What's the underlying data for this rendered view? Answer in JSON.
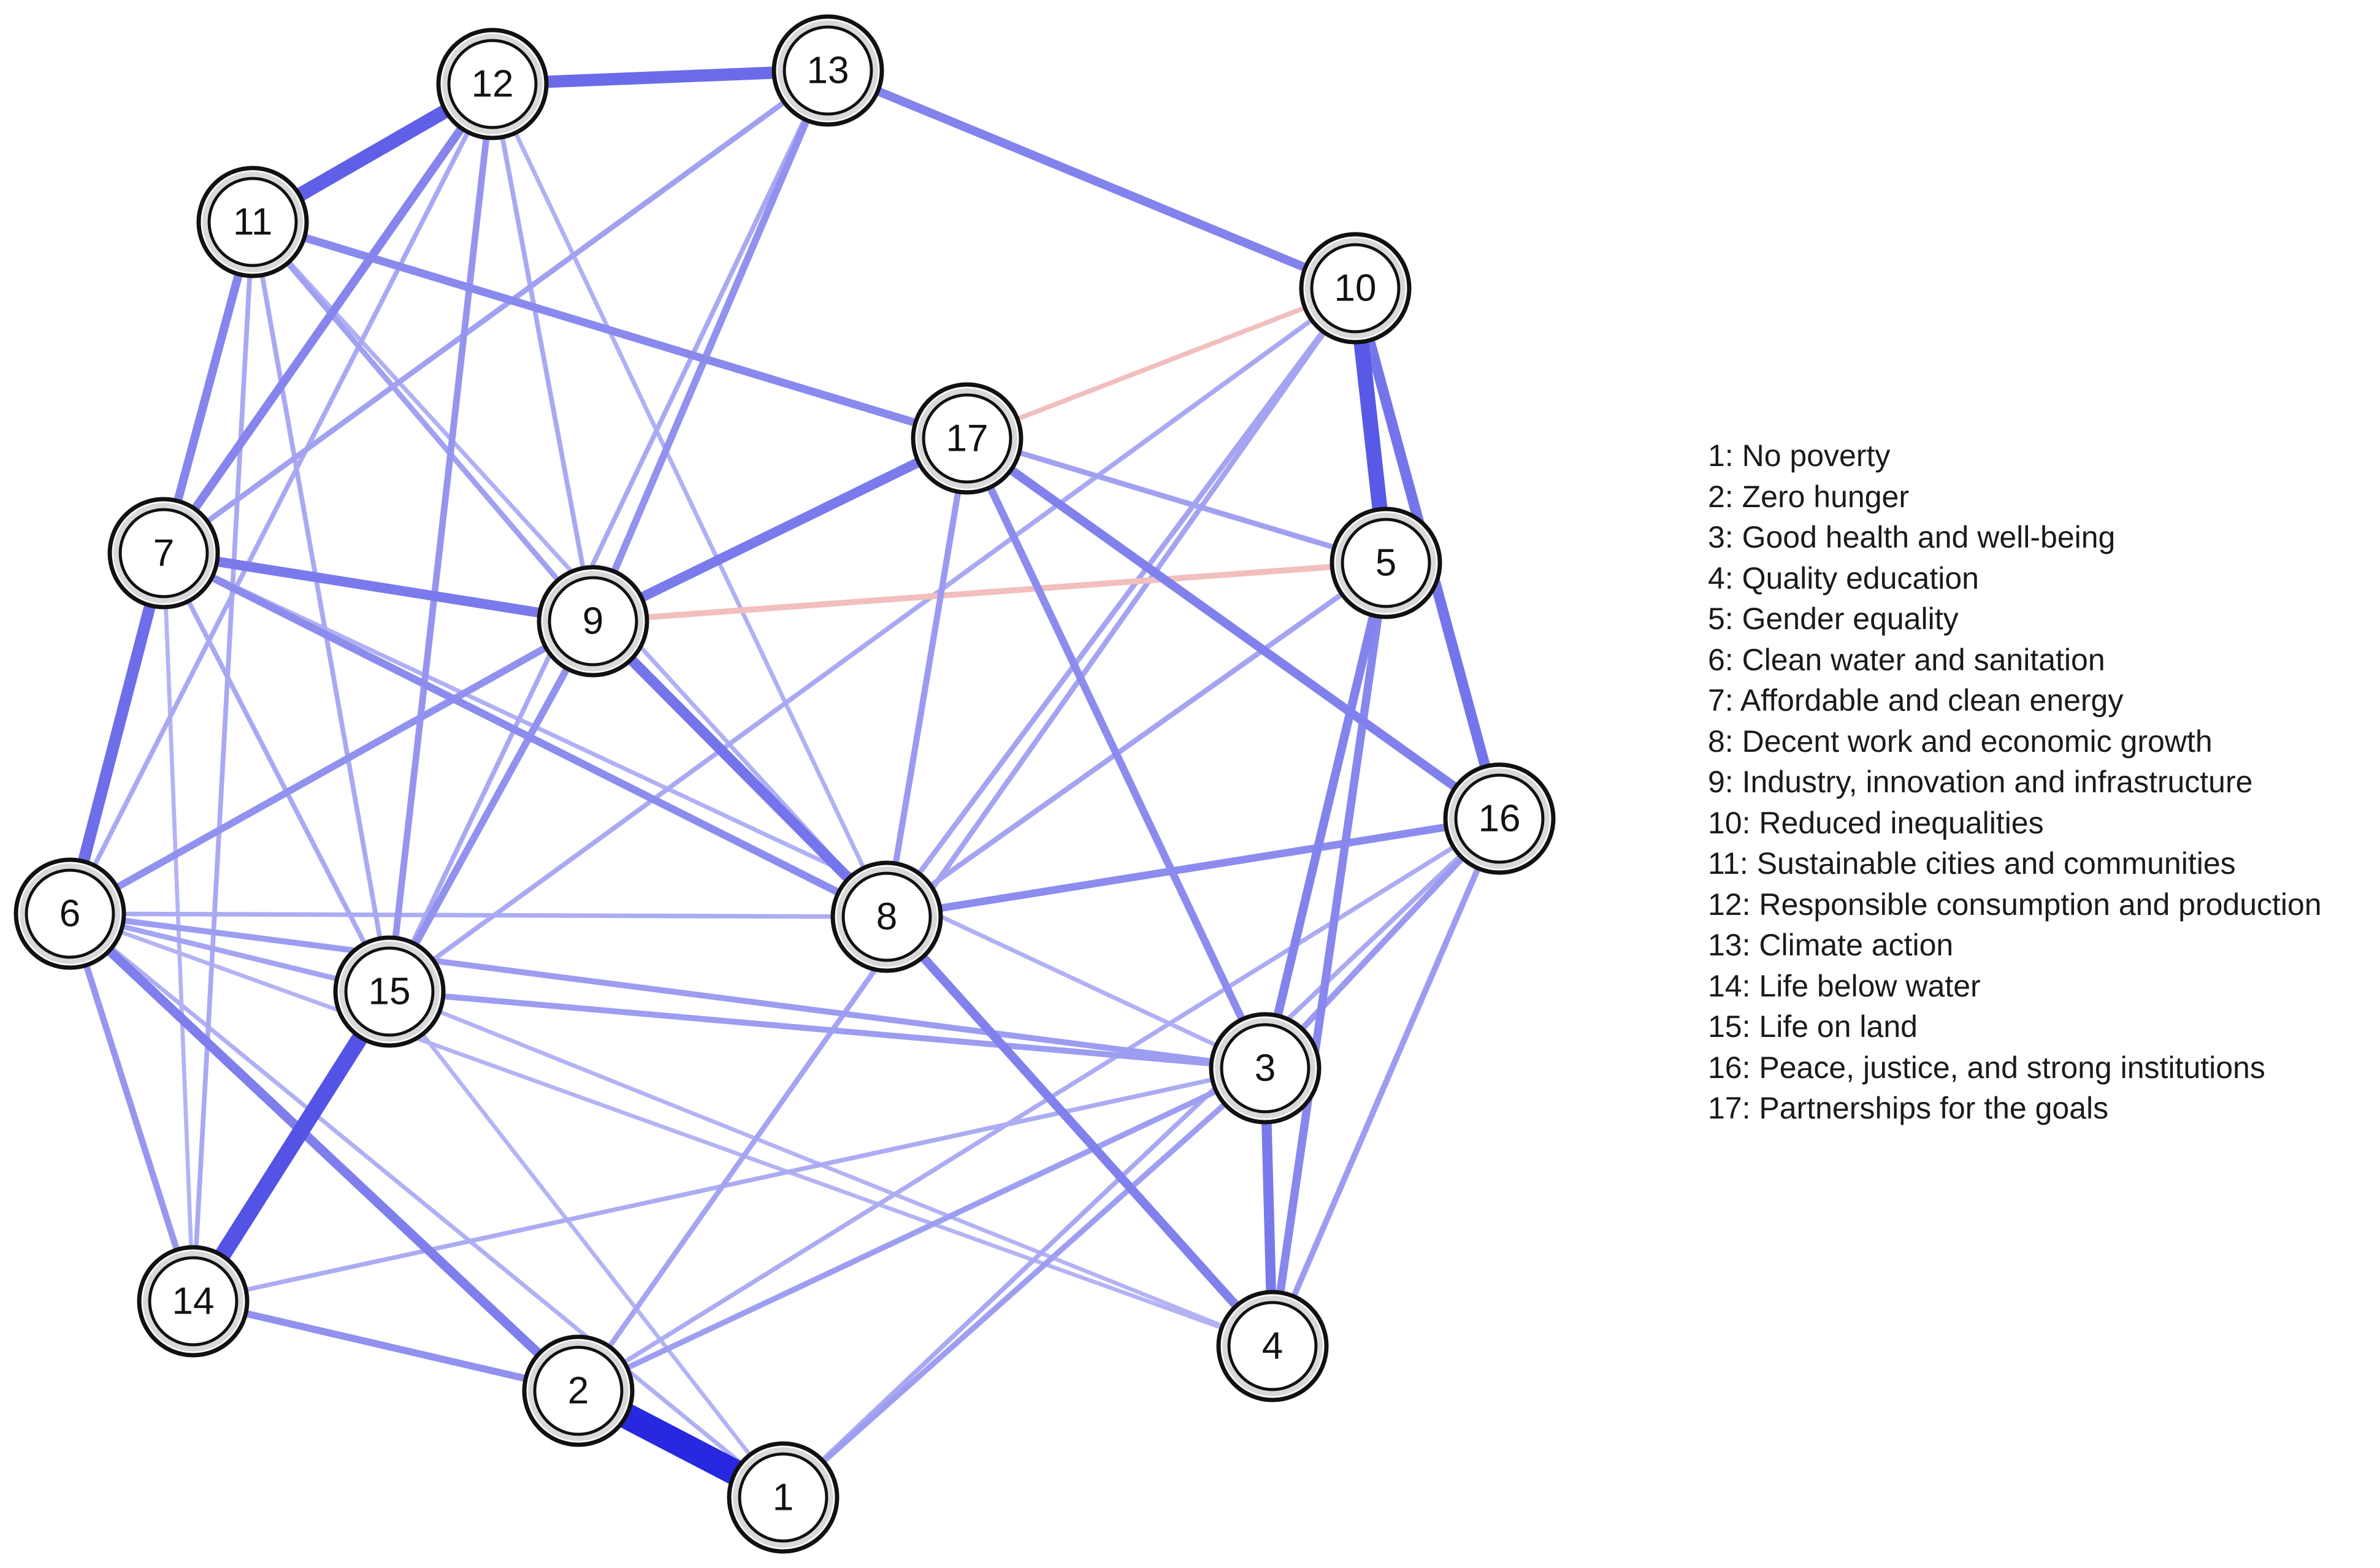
{
  "colors": {
    "positive_edge": "#2828e0",
    "negative_edge": "#e88888",
    "node_fill": "#ffffff",
    "node_border": "#111111",
    "label": "#111111"
  },
  "nodes": [
    {
      "id": "1",
      "label": "1"
    },
    {
      "id": "2",
      "label": "2"
    },
    {
      "id": "3",
      "label": "3"
    },
    {
      "id": "4",
      "label": "4"
    },
    {
      "id": "5",
      "label": "5"
    },
    {
      "id": "6",
      "label": "6"
    },
    {
      "id": "7",
      "label": "7"
    },
    {
      "id": "8",
      "label": "8"
    },
    {
      "id": "9",
      "label": "9"
    },
    {
      "id": "10",
      "label": "10"
    },
    {
      "id": "11",
      "label": "11"
    },
    {
      "id": "12",
      "label": "12"
    },
    {
      "id": "13",
      "label": "13"
    },
    {
      "id": "14",
      "label": "14"
    },
    {
      "id": "15",
      "label": "15"
    },
    {
      "id": "16",
      "label": "16"
    },
    {
      "id": "17",
      "label": "17"
    }
  ],
  "edges": [
    {
      "source": "1",
      "target": "2",
      "weight": 1.0,
      "sign": "positive"
    },
    {
      "source": "14",
      "target": "15",
      "weight": 0.6,
      "sign": "positive"
    },
    {
      "source": "5",
      "target": "10",
      "weight": 0.55,
      "sign": "positive"
    },
    {
      "source": "11",
      "target": "12",
      "weight": 0.5,
      "sign": "positive"
    },
    {
      "source": "12",
      "target": "13",
      "weight": 0.42,
      "sign": "positive"
    },
    {
      "source": "6",
      "target": "7",
      "weight": 0.4,
      "sign": "positive"
    },
    {
      "source": "10",
      "target": "16",
      "weight": 0.35,
      "sign": "positive"
    },
    {
      "source": "8",
      "target": "9",
      "weight": 0.35,
      "sign": "positive"
    },
    {
      "source": "3",
      "target": "4",
      "weight": 0.33,
      "sign": "positive"
    },
    {
      "source": "7",
      "target": "9",
      "weight": 0.32,
      "sign": "positive"
    },
    {
      "source": "9",
      "target": "17",
      "weight": 0.32,
      "sign": "positive"
    },
    {
      "source": "2",
      "target": "6",
      "weight": 0.3,
      "sign": "positive"
    },
    {
      "source": "4",
      "target": "8",
      "weight": 0.28,
      "sign": "positive"
    },
    {
      "source": "16",
      "target": "17",
      "weight": 0.28,
      "sign": "positive"
    },
    {
      "source": "10",
      "target": "13",
      "weight": 0.27,
      "sign": "positive"
    },
    {
      "source": "7",
      "target": "11",
      "weight": 0.26,
      "sign": "positive"
    },
    {
      "source": "7",
      "target": "12",
      "weight": 0.26,
      "sign": "positive"
    },
    {
      "source": "3",
      "target": "5",
      "weight": 0.27,
      "sign": "positive"
    },
    {
      "source": "4",
      "target": "5",
      "weight": 0.25,
      "sign": "positive"
    },
    {
      "source": "11",
      "target": "17",
      "weight": 0.24,
      "sign": "positive"
    },
    {
      "source": "7",
      "target": "8",
      "weight": 0.22,
      "sign": "positive"
    },
    {
      "source": "3",
      "target": "17",
      "weight": 0.22,
      "sign": "positive"
    },
    {
      "source": "8",
      "target": "16",
      "weight": 0.22,
      "sign": "positive"
    },
    {
      "source": "2",
      "target": "14",
      "weight": 0.2,
      "sign": "positive"
    },
    {
      "source": "6",
      "target": "9",
      "weight": 0.2,
      "sign": "positive"
    },
    {
      "source": "9",
      "target": "13",
      "weight": 0.2,
      "sign": "positive"
    },
    {
      "source": "9",
      "target": "15",
      "weight": 0.2,
      "sign": "positive"
    },
    {
      "source": "12",
      "target": "15",
      "weight": 0.18,
      "sign": "positive"
    },
    {
      "source": "6",
      "target": "14",
      "weight": 0.17,
      "sign": "positive"
    },
    {
      "source": "8",
      "target": "17",
      "weight": 0.16,
      "sign": "positive"
    },
    {
      "source": "3",
      "target": "16",
      "weight": 0.16,
      "sign": "positive"
    },
    {
      "source": "4",
      "target": "16",
      "weight": 0.15,
      "sign": "positive"
    },
    {
      "source": "3",
      "target": "6",
      "weight": 0.15,
      "sign": "positive"
    },
    {
      "source": "3",
      "target": "15",
      "weight": 0.15,
      "sign": "positive"
    },
    {
      "source": "1",
      "target": "3",
      "weight": 0.14,
      "sign": "positive"
    },
    {
      "source": "2",
      "target": "3",
      "weight": 0.14,
      "sign": "positive"
    },
    {
      "source": "5",
      "target": "11",
      "weight": 0.13,
      "sign": "positive"
    },
    {
      "source": "2",
      "target": "10",
      "weight": 0.12,
      "sign": "positive"
    },
    {
      "source": "9",
      "target": "11",
      "weight": 0.13,
      "sign": "positive"
    },
    {
      "source": "7",
      "target": "13",
      "weight": 0.13,
      "sign": "positive"
    },
    {
      "source": "6",
      "target": "15",
      "weight": 0.12,
      "sign": "positive"
    },
    {
      "source": "8",
      "target": "10",
      "weight": 0.12,
      "sign": "positive"
    },
    {
      "source": "8",
      "target": "5",
      "weight": 0.12,
      "sign": "positive"
    },
    {
      "source": "1",
      "target": "16",
      "weight": 0.1,
      "sign": "positive"
    },
    {
      "source": "6",
      "target": "12",
      "weight": 0.1,
      "sign": "positive"
    },
    {
      "source": "7",
      "target": "15",
      "weight": 0.1,
      "sign": "positive"
    },
    {
      "source": "11",
      "target": "15",
      "weight": 0.1,
      "sign": "positive"
    },
    {
      "source": "11",
      "target": "14",
      "weight": 0.1,
      "sign": "positive"
    },
    {
      "source": "12",
      "target": "9",
      "weight": 0.1,
      "sign": "positive"
    },
    {
      "source": "13",
      "target": "15",
      "weight": 0.1,
      "sign": "positive"
    },
    {
      "source": "15",
      "target": "10",
      "weight": 0.1,
      "sign": "positive"
    },
    {
      "source": "14",
      "target": "3",
      "weight": 0.09,
      "sign": "positive"
    },
    {
      "source": "2",
      "target": "16",
      "weight": 0.09,
      "sign": "positive"
    },
    {
      "source": "6",
      "target": "8",
      "weight": 0.09,
      "sign": "positive"
    },
    {
      "source": "1",
      "target": "6",
      "weight": 0.08,
      "sign": "positive"
    },
    {
      "source": "7",
      "target": "3",
      "weight": 0.08,
      "sign": "positive"
    },
    {
      "source": "11",
      "target": "8",
      "weight": 0.08,
      "sign": "positive"
    },
    {
      "source": "12",
      "target": "8",
      "weight": 0.08,
      "sign": "positive"
    },
    {
      "source": "15",
      "target": "4",
      "weight": 0.07,
      "sign": "positive"
    },
    {
      "source": "7",
      "target": "14",
      "weight": 0.07,
      "sign": "positive"
    },
    {
      "source": "6",
      "target": "4",
      "weight": 0.07,
      "sign": "positive"
    },
    {
      "source": "15",
      "target": "1",
      "weight": 0.07,
      "sign": "positive"
    },
    {
      "source": "5",
      "target": "9",
      "weight": 0.15,
      "sign": "negative"
    },
    {
      "source": "10",
      "target": "17",
      "weight": 0.1,
      "sign": "negative"
    }
  ],
  "legend": [
    "1: No poverty",
    "2: Zero hunger",
    "3: Good health and well-being",
    "4: Quality education",
    "5: Gender equality",
    "6: Clean water and sanitation",
    "7: Affordable and clean energy",
    "8: Decent work and economic growth",
    "9: Industry, innovation and infrastructure",
    "10: Reduced inequalities",
    "11: Sustainable cities and communities",
    "12: Responsible consumption and production",
    "13: Climate action",
    "14: Life below water",
    "15: Life on land",
    "16: Peace, justice, and strong institutions",
    "17: Partnerships for the goals"
  ]
}
